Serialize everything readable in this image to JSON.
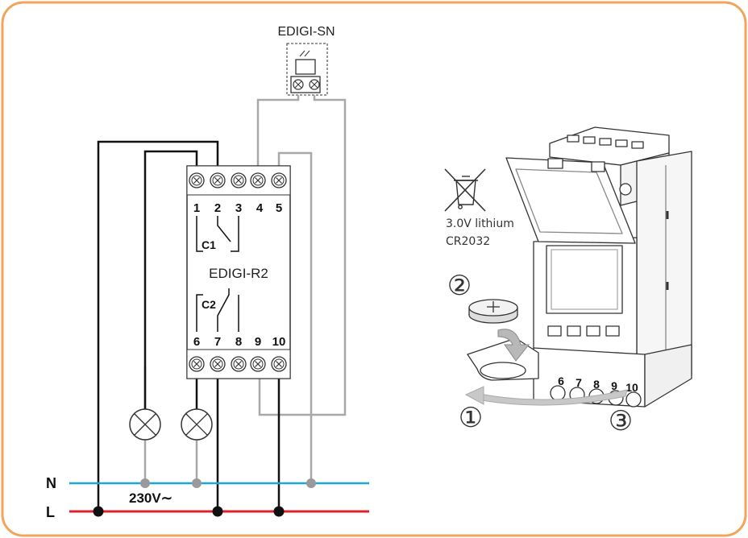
{
  "sensor": {
    "label": "EDIGI-SN"
  },
  "relay": {
    "label": "EDIGI-R2",
    "top_terminals": [
      "1",
      "2",
      "3",
      "4",
      "5"
    ],
    "bottom_terminals": [
      "6",
      "7",
      "8",
      "9",
      "10"
    ],
    "contact1": "C1",
    "contact2": "C2"
  },
  "supply": {
    "neutral": "N",
    "line": "L",
    "voltage": "230V∼"
  },
  "battery": {
    "type_line1": "3.0V lithium",
    "type_line2": "CR2032",
    "step1": "①",
    "step2": "②",
    "step3": "③",
    "device_terminals": [
      "6",
      "7",
      "8",
      "9",
      "10"
    ]
  },
  "colors": {
    "frame": "#f2a55a",
    "neutral_wire": "#1aa7d8",
    "line_wire": "#e0202c",
    "signal_wire": "#a8a8a8",
    "power_wire": "#111111"
  }
}
